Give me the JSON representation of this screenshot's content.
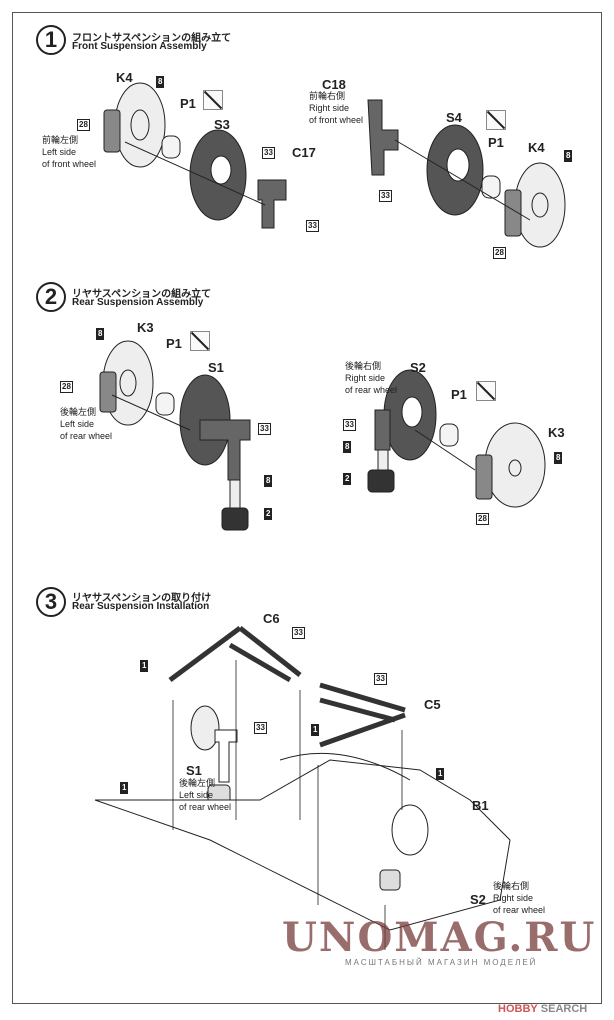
{
  "steps": [
    {
      "number": "1",
      "title_jp": "フロントサスペンションの組み立て",
      "title_en": "Front Suspension Assembly",
      "left_note": {
        "jp": "前輪左側",
        "en1": "Left side",
        "en2": "of front wheel"
      },
      "right_note": {
        "jp": "前輪右側",
        "en1": "Right side",
        "en2": "of front wheel"
      },
      "parts": [
        "K4",
        "P1",
        "S3",
        "C17",
        "C18",
        "S4",
        "P1",
        "K4"
      ],
      "colors": [
        "8",
        "28",
        "33",
        "33",
        "33",
        "8",
        "28"
      ]
    },
    {
      "number": "2",
      "title_jp": "リヤサスペンションの組み立て",
      "title_en": "Rear Suspension Assembly",
      "left_note": {
        "jp": "後輪左側",
        "en1": "Left side",
        "en2": "of rear wheel"
      },
      "right_note": {
        "jp": "後輪右側",
        "en1": "Right side",
        "en2": "of rear wheel"
      },
      "parts": [
        "K3",
        "P1",
        "S1",
        "S2",
        "P1",
        "K3"
      ],
      "colors": [
        "8",
        "28",
        "33",
        "8",
        "2",
        "33",
        "8",
        "2",
        "8",
        "28"
      ]
    },
    {
      "number": "3",
      "title_jp": "リヤサスペンションの取り付け",
      "title_en": "Rear Suspension Installation",
      "left_note": {
        "jp": "後輪左側",
        "en1": "Left side",
        "en2": "of rear wheel"
      },
      "right_note": {
        "jp": "後輪右側",
        "en1": "Right side",
        "en2": "of rear wheel"
      },
      "parts": [
        "C6",
        "C5",
        "S1",
        "B1",
        "S2"
      ],
      "colors": [
        "33",
        "1",
        "33",
        "33",
        "1",
        "1",
        "1"
      ]
    }
  ],
  "watermark": {
    "main": "UNOMAG.RU",
    "sub": "МАСШТАБНЫЙ МАГАЗИН МОДЕЛЕЙ"
  },
  "source": {
    "brand_a": "HOBBY",
    "brand_b": "SEARCH"
  }
}
